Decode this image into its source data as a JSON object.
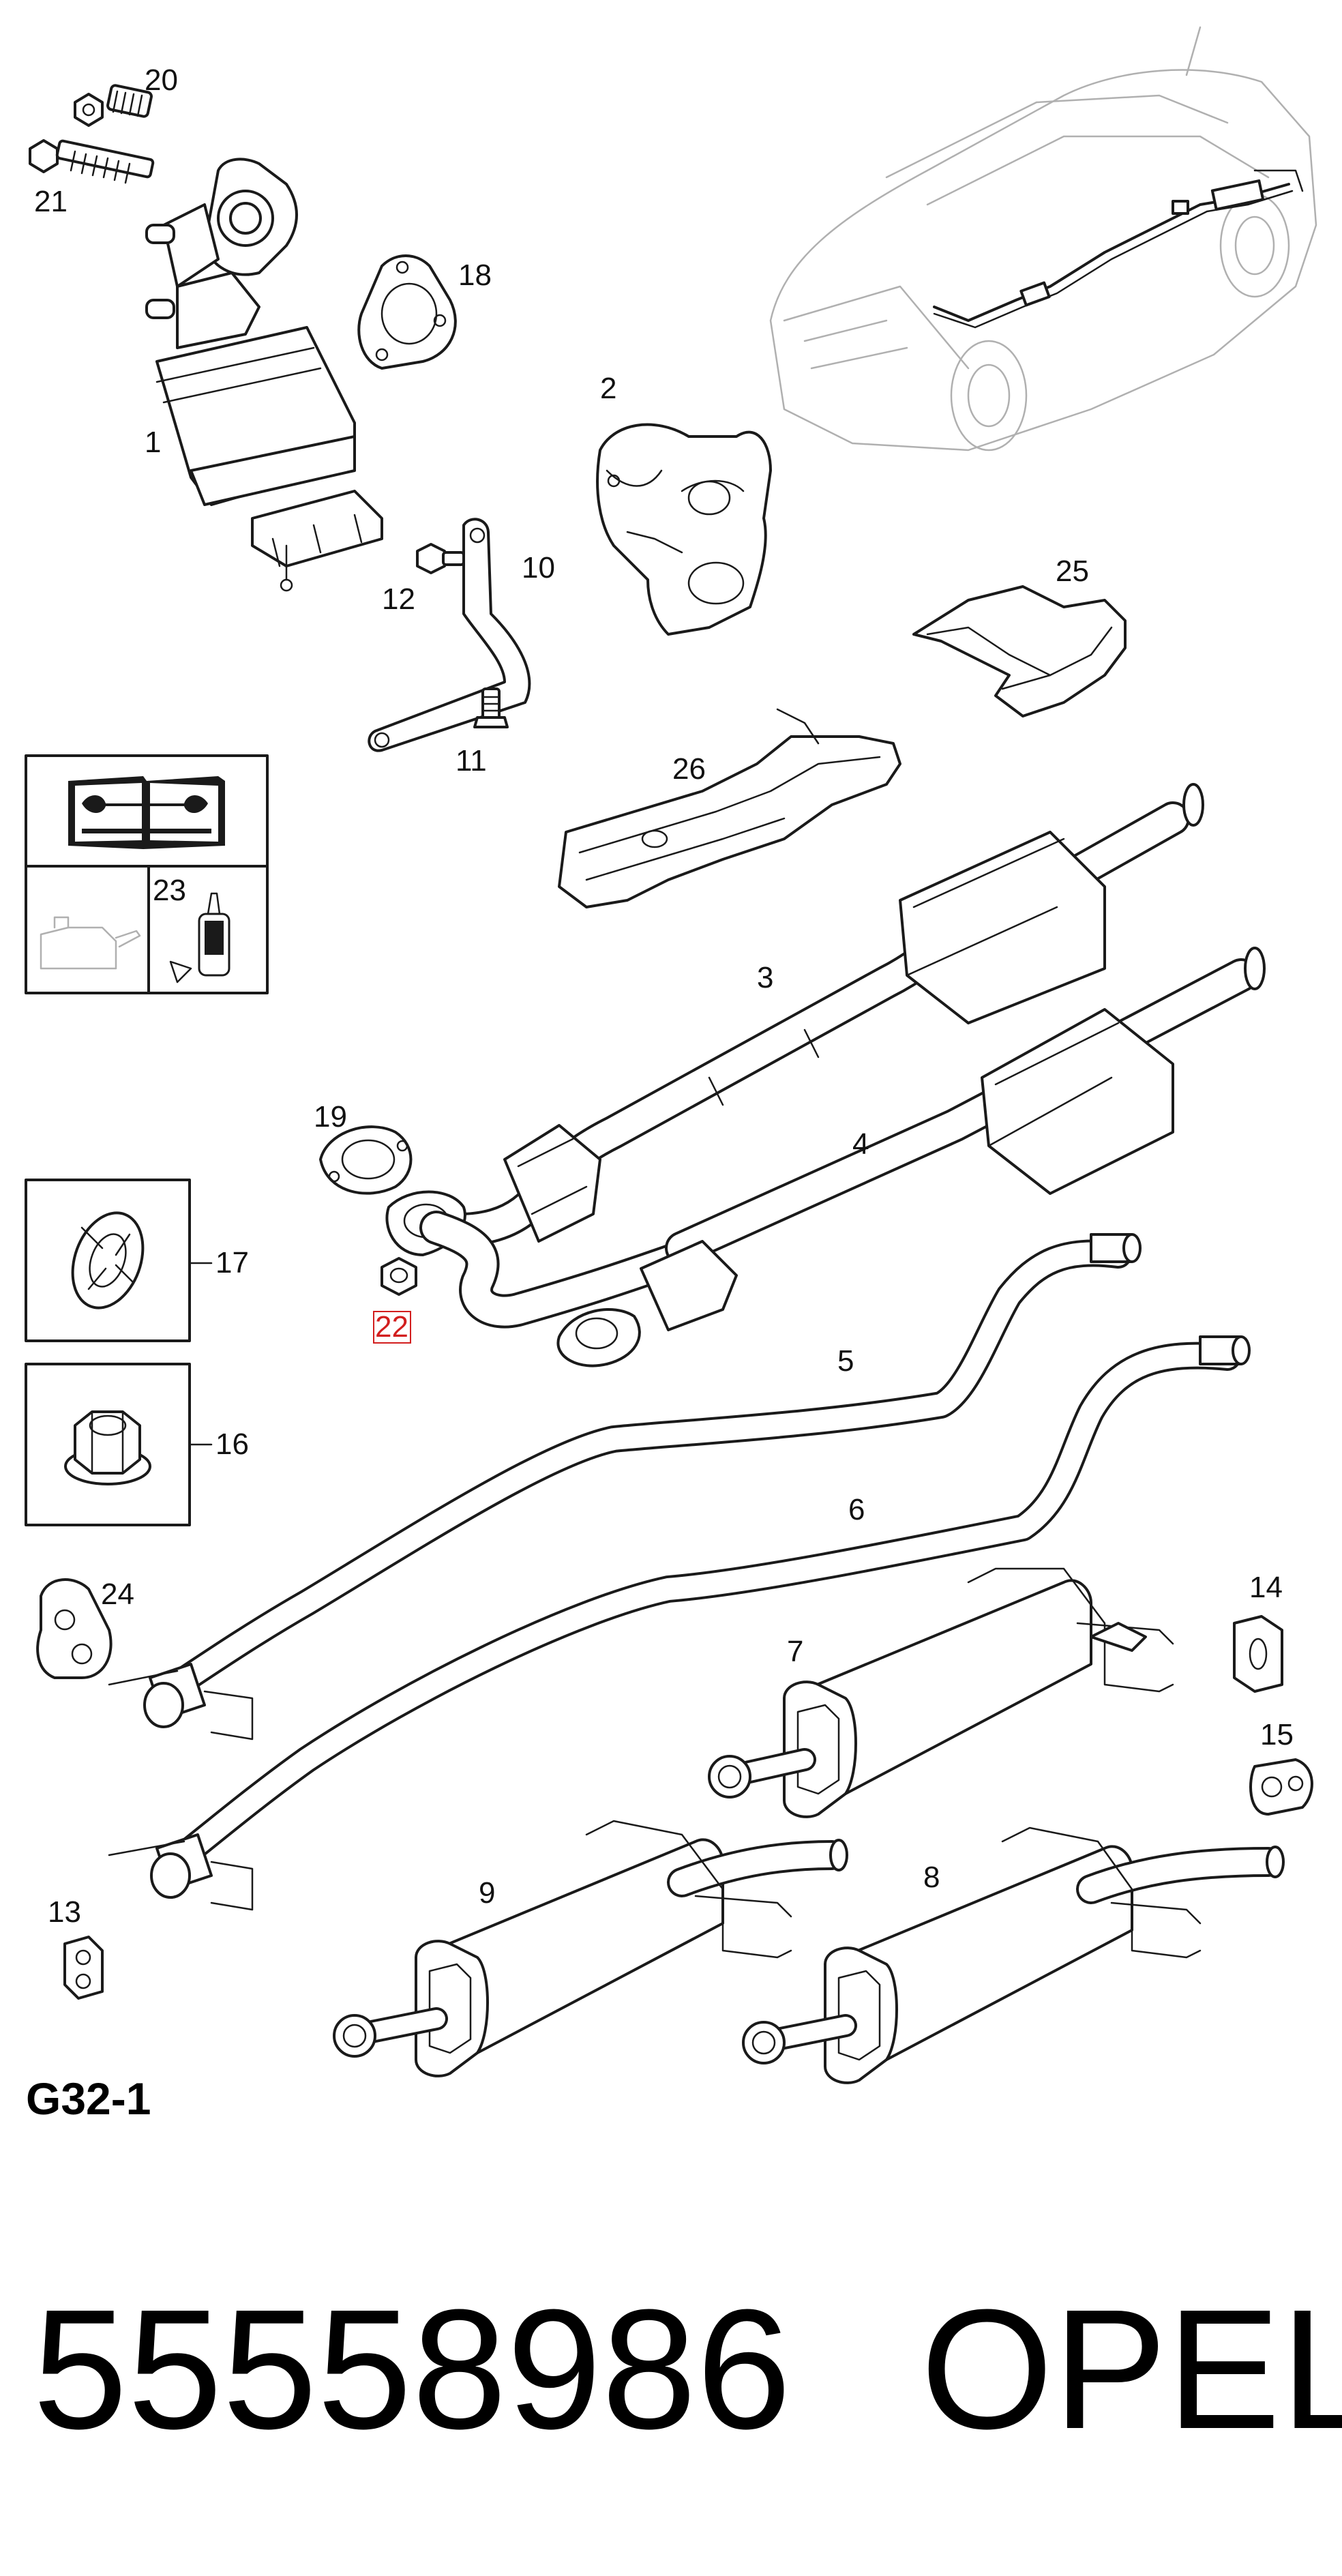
{
  "diagram": {
    "section_code": "G32-1",
    "footer": {
      "part_number": "55558986",
      "brand": "OPEL"
    },
    "highlighted_callout": "22",
    "callouts": [
      "1",
      "2",
      "3",
      "4",
      "5",
      "6",
      "7",
      "8",
      "9",
      "10",
      "11",
      "12",
      "13",
      "14",
      "15",
      "16",
      "17",
      "18",
      "19",
      "20",
      "21",
      "22",
      "23",
      "24",
      "25",
      "26"
    ],
    "colors": {
      "line": "#1a1a1a",
      "highlight": "#d21e1e",
      "background": "#ffffff"
    },
    "icons": [
      "repair-manual-icon",
      "lubricant-can-icon",
      "sealant-tube-icon"
    ]
  }
}
